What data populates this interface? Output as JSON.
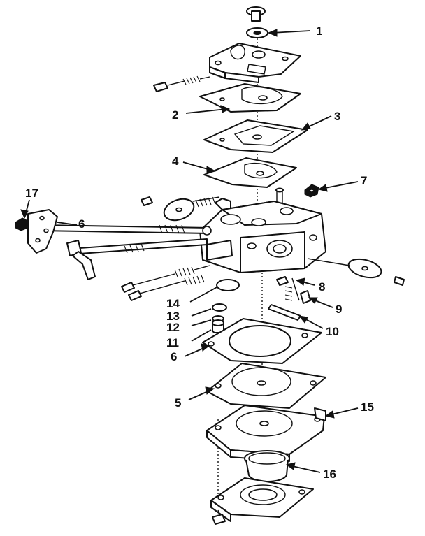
{
  "diagram": {
    "callouts": [
      {
        "label": "1"
      },
      {
        "label": "2"
      },
      {
        "label": "3"
      },
      {
        "label": "4"
      },
      {
        "label": "7"
      },
      {
        "label": "17"
      },
      {
        "label": "6"
      },
      {
        "label": "8"
      },
      {
        "label": "9"
      },
      {
        "label": "10"
      },
      {
        "label": "14"
      },
      {
        "label": "13"
      },
      {
        "label": "12"
      },
      {
        "label": "11"
      },
      {
        "label": "6"
      },
      {
        "label": "5"
      },
      {
        "label": "15"
      },
      {
        "label": "16"
      }
    ]
  }
}
